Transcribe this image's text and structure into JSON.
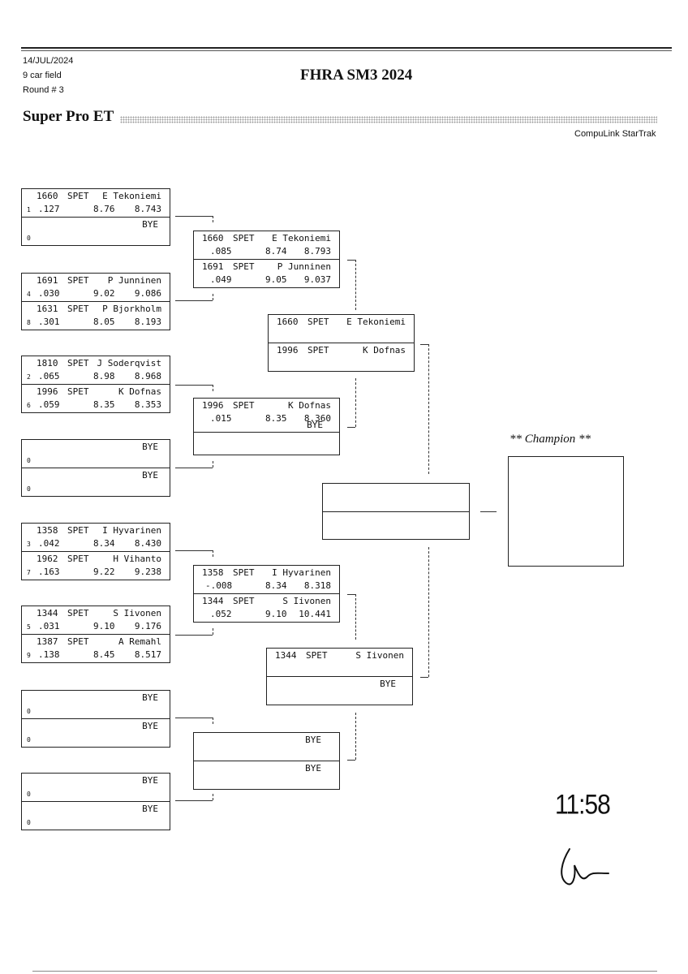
{
  "header": {
    "date": "14/JUL/2024",
    "field": "9 car field",
    "round": "Round # 3",
    "event_title": "FHRA SM3 2024",
    "class_title": "Super Pro ET",
    "brand": "CompuLink StarTrak"
  },
  "round1": [
    {
      "top": {
        "num": "1660",
        "cls": "SPET",
        "name": "E Tekoniemi",
        "seed": "1",
        "rt": ".127",
        "et": "8.76",
        "el": "8.743"
      },
      "bottom": {
        "bye": "BYE",
        "seed": "0"
      }
    },
    {
      "top": {
        "num": "1691",
        "cls": "SPET",
        "name": "P Junninen",
        "seed": "4",
        "rt": ".030",
        "et": "9.02",
        "el": "9.086"
      },
      "bottom": {
        "num": "1631",
        "cls": "SPET",
        "name": "P Bjorkholm",
        "seed": "8",
        "rt": ".301",
        "et": "8.05",
        "el": "8.193"
      }
    },
    {
      "top": {
        "num": "1810",
        "cls": "SPET",
        "name": "J Soderqvist",
        "seed": "2",
        "rt": ".065",
        "et": "8.98",
        "el": "8.968"
      },
      "bottom": {
        "num": "1996",
        "cls": "SPET",
        "name": "K Dofnas",
        "seed": "6",
        "rt": ".059",
        "et": "8.35",
        "el": "8.353"
      }
    },
    {
      "top": {
        "bye": "BYE",
        "seed": "0"
      },
      "bottom": {
        "bye": "BYE",
        "seed": "0"
      }
    },
    {
      "top": {
        "num": "1358",
        "cls": "SPET",
        "name": "I Hyvarinen",
        "seed": "3",
        "rt": ".042",
        "et": "8.34",
        "el": "8.430"
      },
      "bottom": {
        "num": "1962",
        "cls": "SPET",
        "name": "H Vihanto",
        "seed": "7",
        "rt": ".163",
        "et": "9.22",
        "el": "9.238"
      }
    },
    {
      "top": {
        "num": "1344",
        "cls": "SPET",
        "name": "S Iivonen",
        "seed": "5",
        "rt": ".031",
        "et": "9.10",
        "el": "9.176"
      },
      "bottom": {
        "num": "1387",
        "cls": "SPET",
        "name": "A Remahl",
        "seed": "9",
        "rt": ".138",
        "et": "8.45",
        "el": "8.517"
      }
    },
    {
      "top": {
        "bye": "BYE",
        "seed": "0"
      },
      "bottom": {
        "bye": "BYE",
        "seed": "0"
      }
    },
    {
      "top": {
        "bye": "BYE",
        "seed": "0"
      },
      "bottom": {
        "bye": "BYE",
        "seed": "0"
      }
    }
  ],
  "round2": [
    {
      "top": {
        "num": "1660",
        "cls": "SPET",
        "name": "E Tekoniemi",
        "rt": ".085",
        "et": "8.74",
        "el": "8.793"
      },
      "bottom": {
        "num": "1691",
        "cls": "SPET",
        "name": "P Junninen",
        "rt": ".049",
        "et": "9.05",
        "el": "9.037"
      }
    },
    {
      "top": {
        "num": "1996",
        "cls": "SPET",
        "name": "K Dofnas",
        "rt": ".015",
        "et": "8.35",
        "el": "8.360"
      },
      "bottom": {
        "bye": "BYE"
      }
    },
    {
      "top": {
        "num": "1358",
        "cls": "SPET",
        "name": "I Hyvarinen",
        "rt": "-.008",
        "et": "8.34",
        "el": "8.318"
      },
      "bottom": {
        "num": "1344",
        "cls": "SPET",
        "name": "S Iivonen",
        "rt": ".052",
        "et": "9.10",
        "el": "10.441"
      }
    },
    {
      "top": {
        "bye": "BYE"
      },
      "bottom": {
        "bye": "BYE"
      }
    }
  ],
  "round3": [
    {
      "top": {
        "num": "1660",
        "cls": "SPET",
        "name": "E Tekoniemi"
      },
      "bottom": {
        "num": "1996",
        "cls": "SPET",
        "name": "K Dofnas"
      }
    },
    {
      "top": {
        "num": "1344",
        "cls": "SPET",
        "name": "S Iivonen"
      },
      "bottom": {
        "bye": "BYE"
      }
    }
  ],
  "champion_label": "** Champion **",
  "handwritten_time": "11:58"
}
